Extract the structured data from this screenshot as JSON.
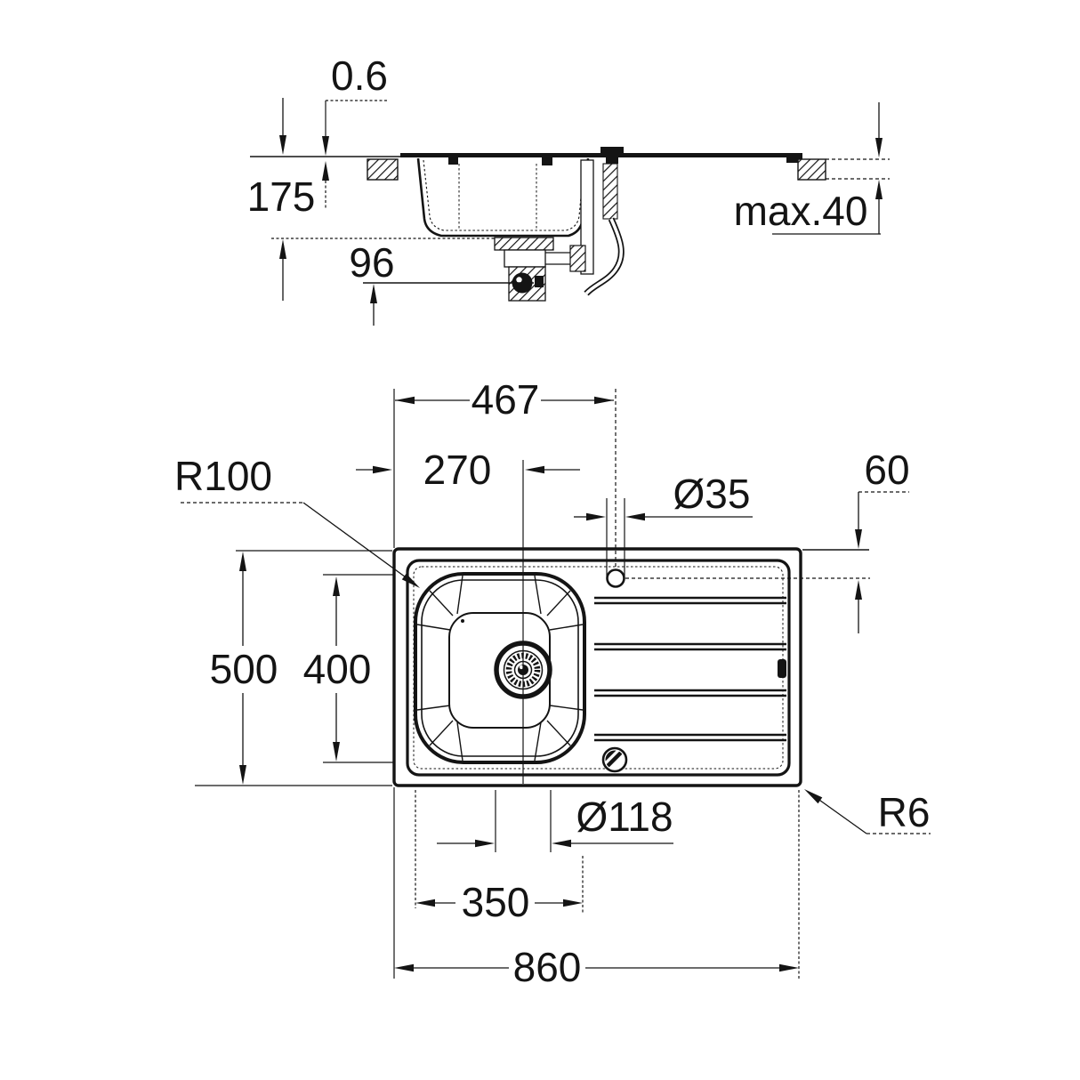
{
  "drawing": {
    "kind": "technical dimension drawing",
    "subject": "inset kitchen sink with bowl and drainer - section view and plan view",
    "line_color": "#141414",
    "background": "#ffffff"
  },
  "section": {
    "sheet_thickness": "0.6",
    "bowl_depth": "175",
    "drain_height": "96",
    "max_counter_thickness": "max.40"
  },
  "plan": {
    "edge_to_tap": "467",
    "edge_to_bowl_center": "270",
    "tap_hole_diameter": "Ø35",
    "tap_offset": "60",
    "overall_depth": "500",
    "bowl_width": "400",
    "bowl_corner_radius": "R100",
    "drain_cutout_diameter": "Ø118",
    "bowl_center_span": "350",
    "overall_length": "860",
    "outer_corner_radius": "R6"
  }
}
